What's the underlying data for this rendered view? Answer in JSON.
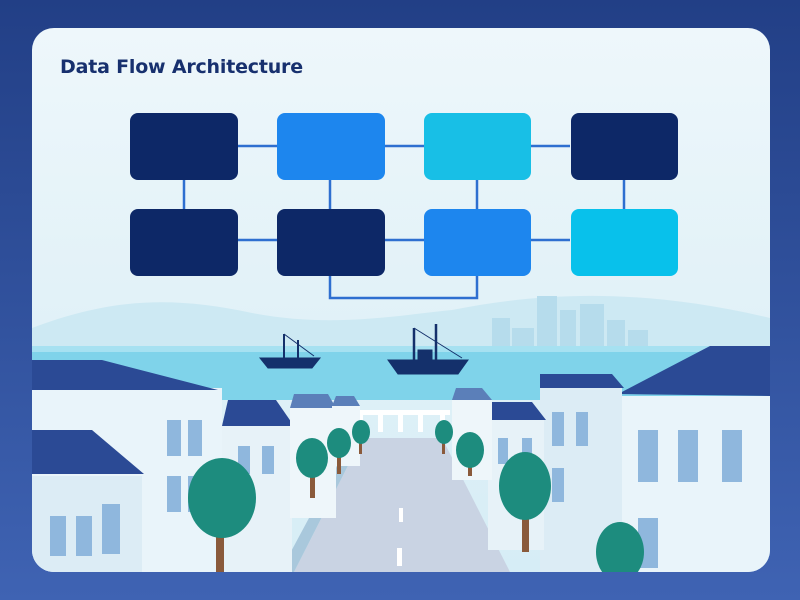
{
  "header": {
    "title": "Data Flow Architecture"
  },
  "colors": {
    "navy": "#0d2867",
    "blue": "#1d86ee",
    "cyan": "#18bfe6",
    "sky": "#08c1eb",
    "connector": "#2e6fd0",
    "roof": "#2b4a95",
    "tree": "#1d8c7e",
    "water": "#7fd3ea"
  },
  "diagram": {
    "row1": [
      "navy",
      "blue",
      "cyan",
      "navy"
    ],
    "row2": [
      "navy",
      "navy",
      "blue",
      "sky"
    ]
  },
  "scene": {
    "icons": [
      "hills",
      "city-skyline",
      "sea",
      "fishing-boat",
      "fishing-boat",
      "houses",
      "street",
      "trees"
    ]
  }
}
